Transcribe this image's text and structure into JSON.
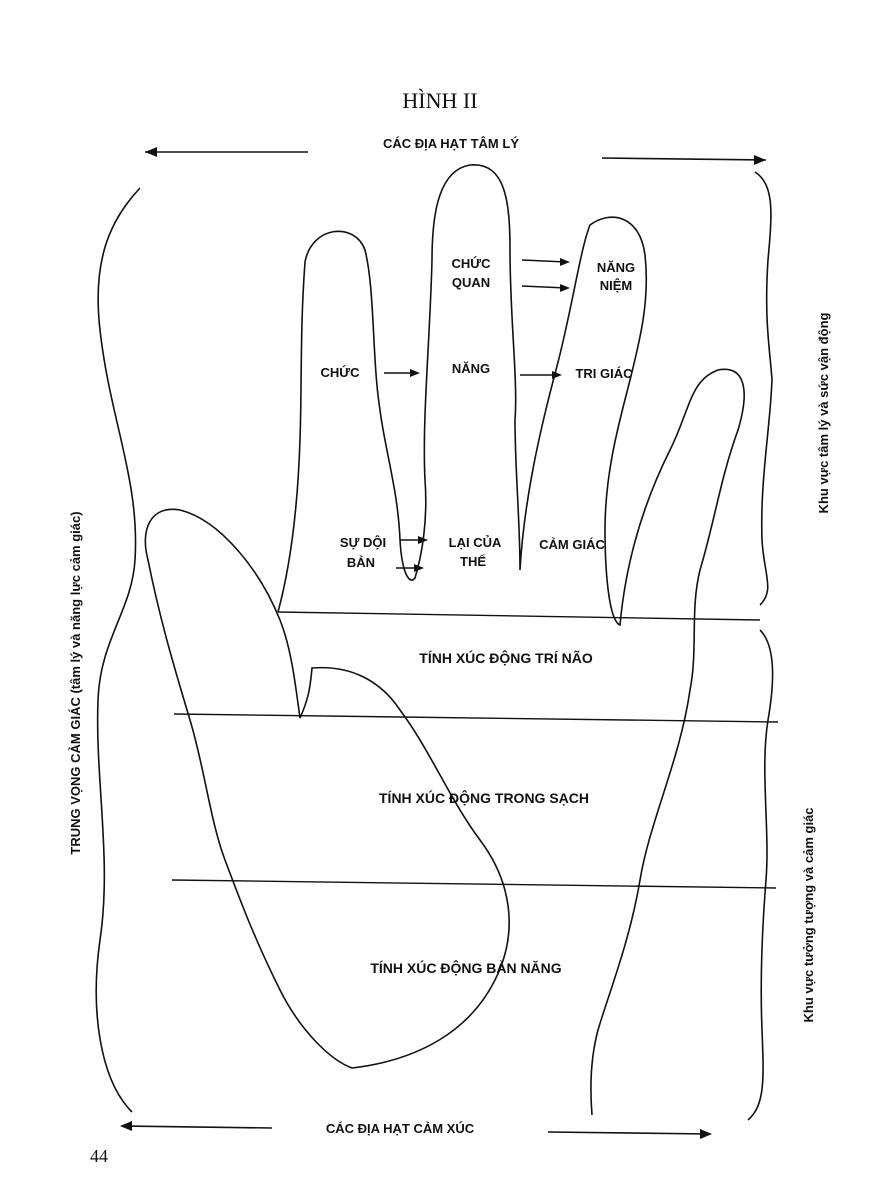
{
  "figure": {
    "title": "HÌNH II",
    "top_label": "CÁC ĐỊA HẠT TÂM LÝ",
    "bottom_label": "CÁC ĐỊA HẠT CẢM XÚC",
    "left_label": "TRUNG VỌNG CẢM GIÁC (tâm lý và năng lực cảm giác)",
    "right_top_label": "Khu vực tâm lý và sức vận động",
    "right_bottom_label": "Khu vực tưởng tượng và cảm giác",
    "page_number": "44"
  },
  "fingers": {
    "chuc_quan_1": "CHỨC",
    "chuc_quan_2": "QUAN",
    "nang_niem_1": "NĂNG",
    "nang_niem_2": "NIỆM",
    "chuc": "CHỨC",
    "nang": "NĂNG",
    "tri_giac": "TRI GIÁC",
    "su_doi_1": "SỰ DỘI",
    "su_doi_2": "BẢN",
    "lai_cua_1": "LẠI CỦA",
    "lai_cua_2": "THỂ",
    "cam_giac": "CẢM GIÁC"
  },
  "bands": {
    "tri_nao": "TÍNH XÚC ĐỘNG TRÍ NÃO",
    "trong_sach": "TÍNH XÚC ĐỘNG TRONG SẠCH",
    "ban_nang": "TÍNH XÚC ĐỘNG BẢN NĂNG"
  }
}
